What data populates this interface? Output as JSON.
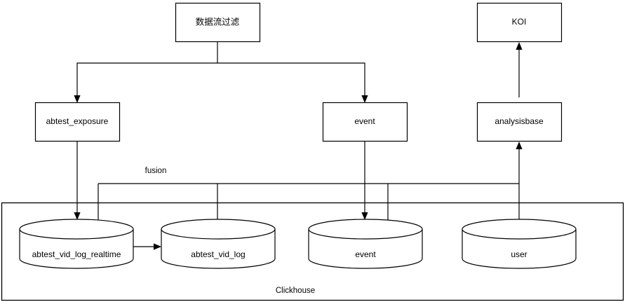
{
  "diagram": {
    "type": "flow-architecture",
    "background_color": "#ffffff",
    "stroke_color": "#000000",
    "nodes": {
      "filter": {
        "label": "数据流过滤",
        "shape": "rectangle"
      },
      "koi": {
        "label": "KOI",
        "shape": "rectangle"
      },
      "abtest_exposure": {
        "label": "abtest_exposure",
        "shape": "rectangle"
      },
      "event_proc": {
        "label": "event",
        "shape": "rectangle"
      },
      "analysisbase": {
        "label": "analysisbase",
        "shape": "rectangle"
      },
      "db_abtest_vid_log_realtime": {
        "label": "abtest_vid_log_realtime",
        "shape": "cylinder"
      },
      "db_abtest_vid_log": {
        "label": "abtest_vid_log",
        "shape": "cylinder"
      },
      "db_event": {
        "label": "event",
        "shape": "cylinder"
      },
      "db_user": {
        "label": "user",
        "shape": "cylinder"
      }
    },
    "edge_labels": {
      "fusion": "fusion"
    },
    "group": {
      "label": "Clickhouse"
    }
  }
}
